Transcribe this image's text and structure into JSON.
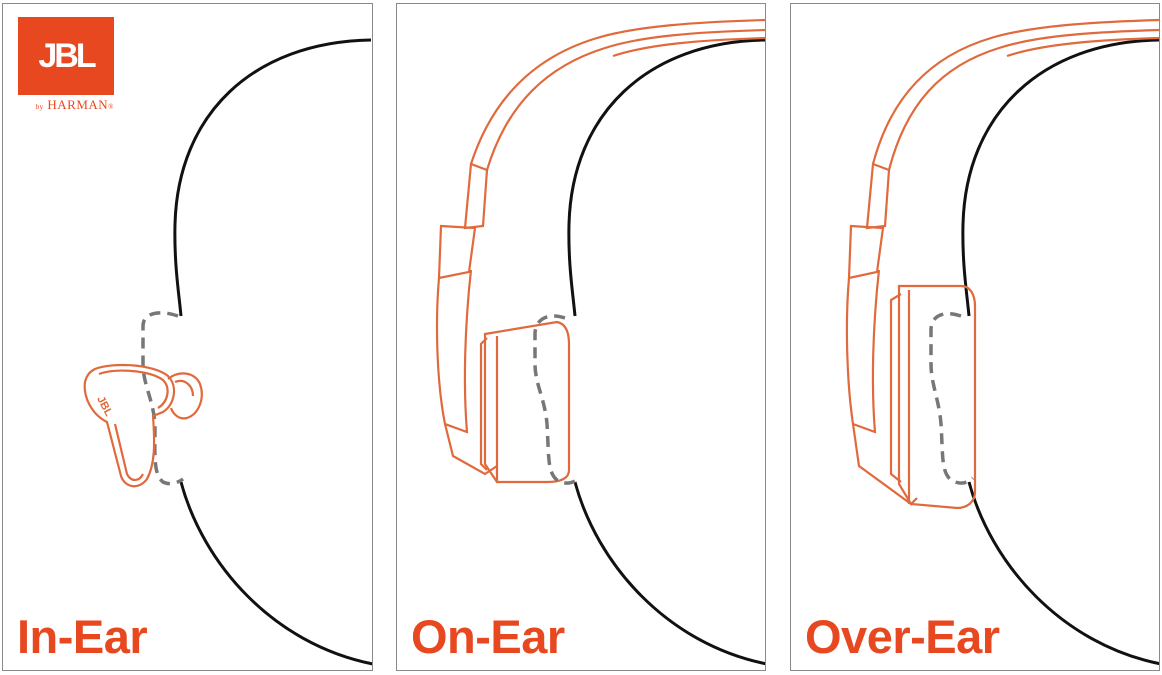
{
  "brand": {
    "logo_text": "JBL",
    "by_text": "by",
    "sub_text": "HARMAN",
    "trademark": "®",
    "color": "#e8481f"
  },
  "panels": [
    {
      "label": "In-Ear"
    },
    {
      "label": "On-Ear"
    },
    {
      "label": "Over-Ear"
    }
  ],
  "colors": {
    "accent": "#e8481f",
    "headphone_stroke": "#e06a3c",
    "head_outline": "#111111",
    "ear_dash": "#777777",
    "panel_border": "#8a8a8a"
  }
}
